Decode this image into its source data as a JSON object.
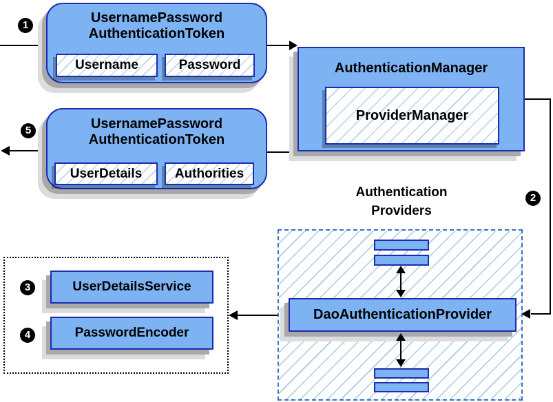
{
  "colors": {
    "node_fill": "#7eb3f3",
    "node_border": "#1c2cb0",
    "group_dashed_border": "#3a70bd",
    "hatch_line": "#a6c9e8",
    "shadow_dark": "#a9a9a9",
    "shadow_light": "#dcdcdc",
    "connector": "#000000",
    "badge_bg": "#000000",
    "badge_text": "#ffffff"
  },
  "badges": {
    "step1": "1",
    "step2": "2",
    "step3": "3",
    "step4": "4",
    "step5": "5"
  },
  "nodes": {
    "token_request": {
      "title_line1": "UsernamePassword",
      "title_line2": "AuthenticationToken",
      "fields": [
        "Username",
        "Password"
      ]
    },
    "authentication_manager": {
      "title": "AuthenticationManager",
      "inner": "ProviderManager"
    },
    "token_response": {
      "title_line1": "UsernamePassword",
      "title_line2": "AuthenticationToken",
      "fields": [
        "UserDetails",
        "Authorities"
      ]
    },
    "providers_group": {
      "label_line1": "Authentication",
      "label_line2": "Providers",
      "provider": "DaoAuthenticationProvider"
    },
    "services_group": {
      "items": [
        "UserDetailsService",
        "PasswordEncoder"
      ]
    }
  }
}
